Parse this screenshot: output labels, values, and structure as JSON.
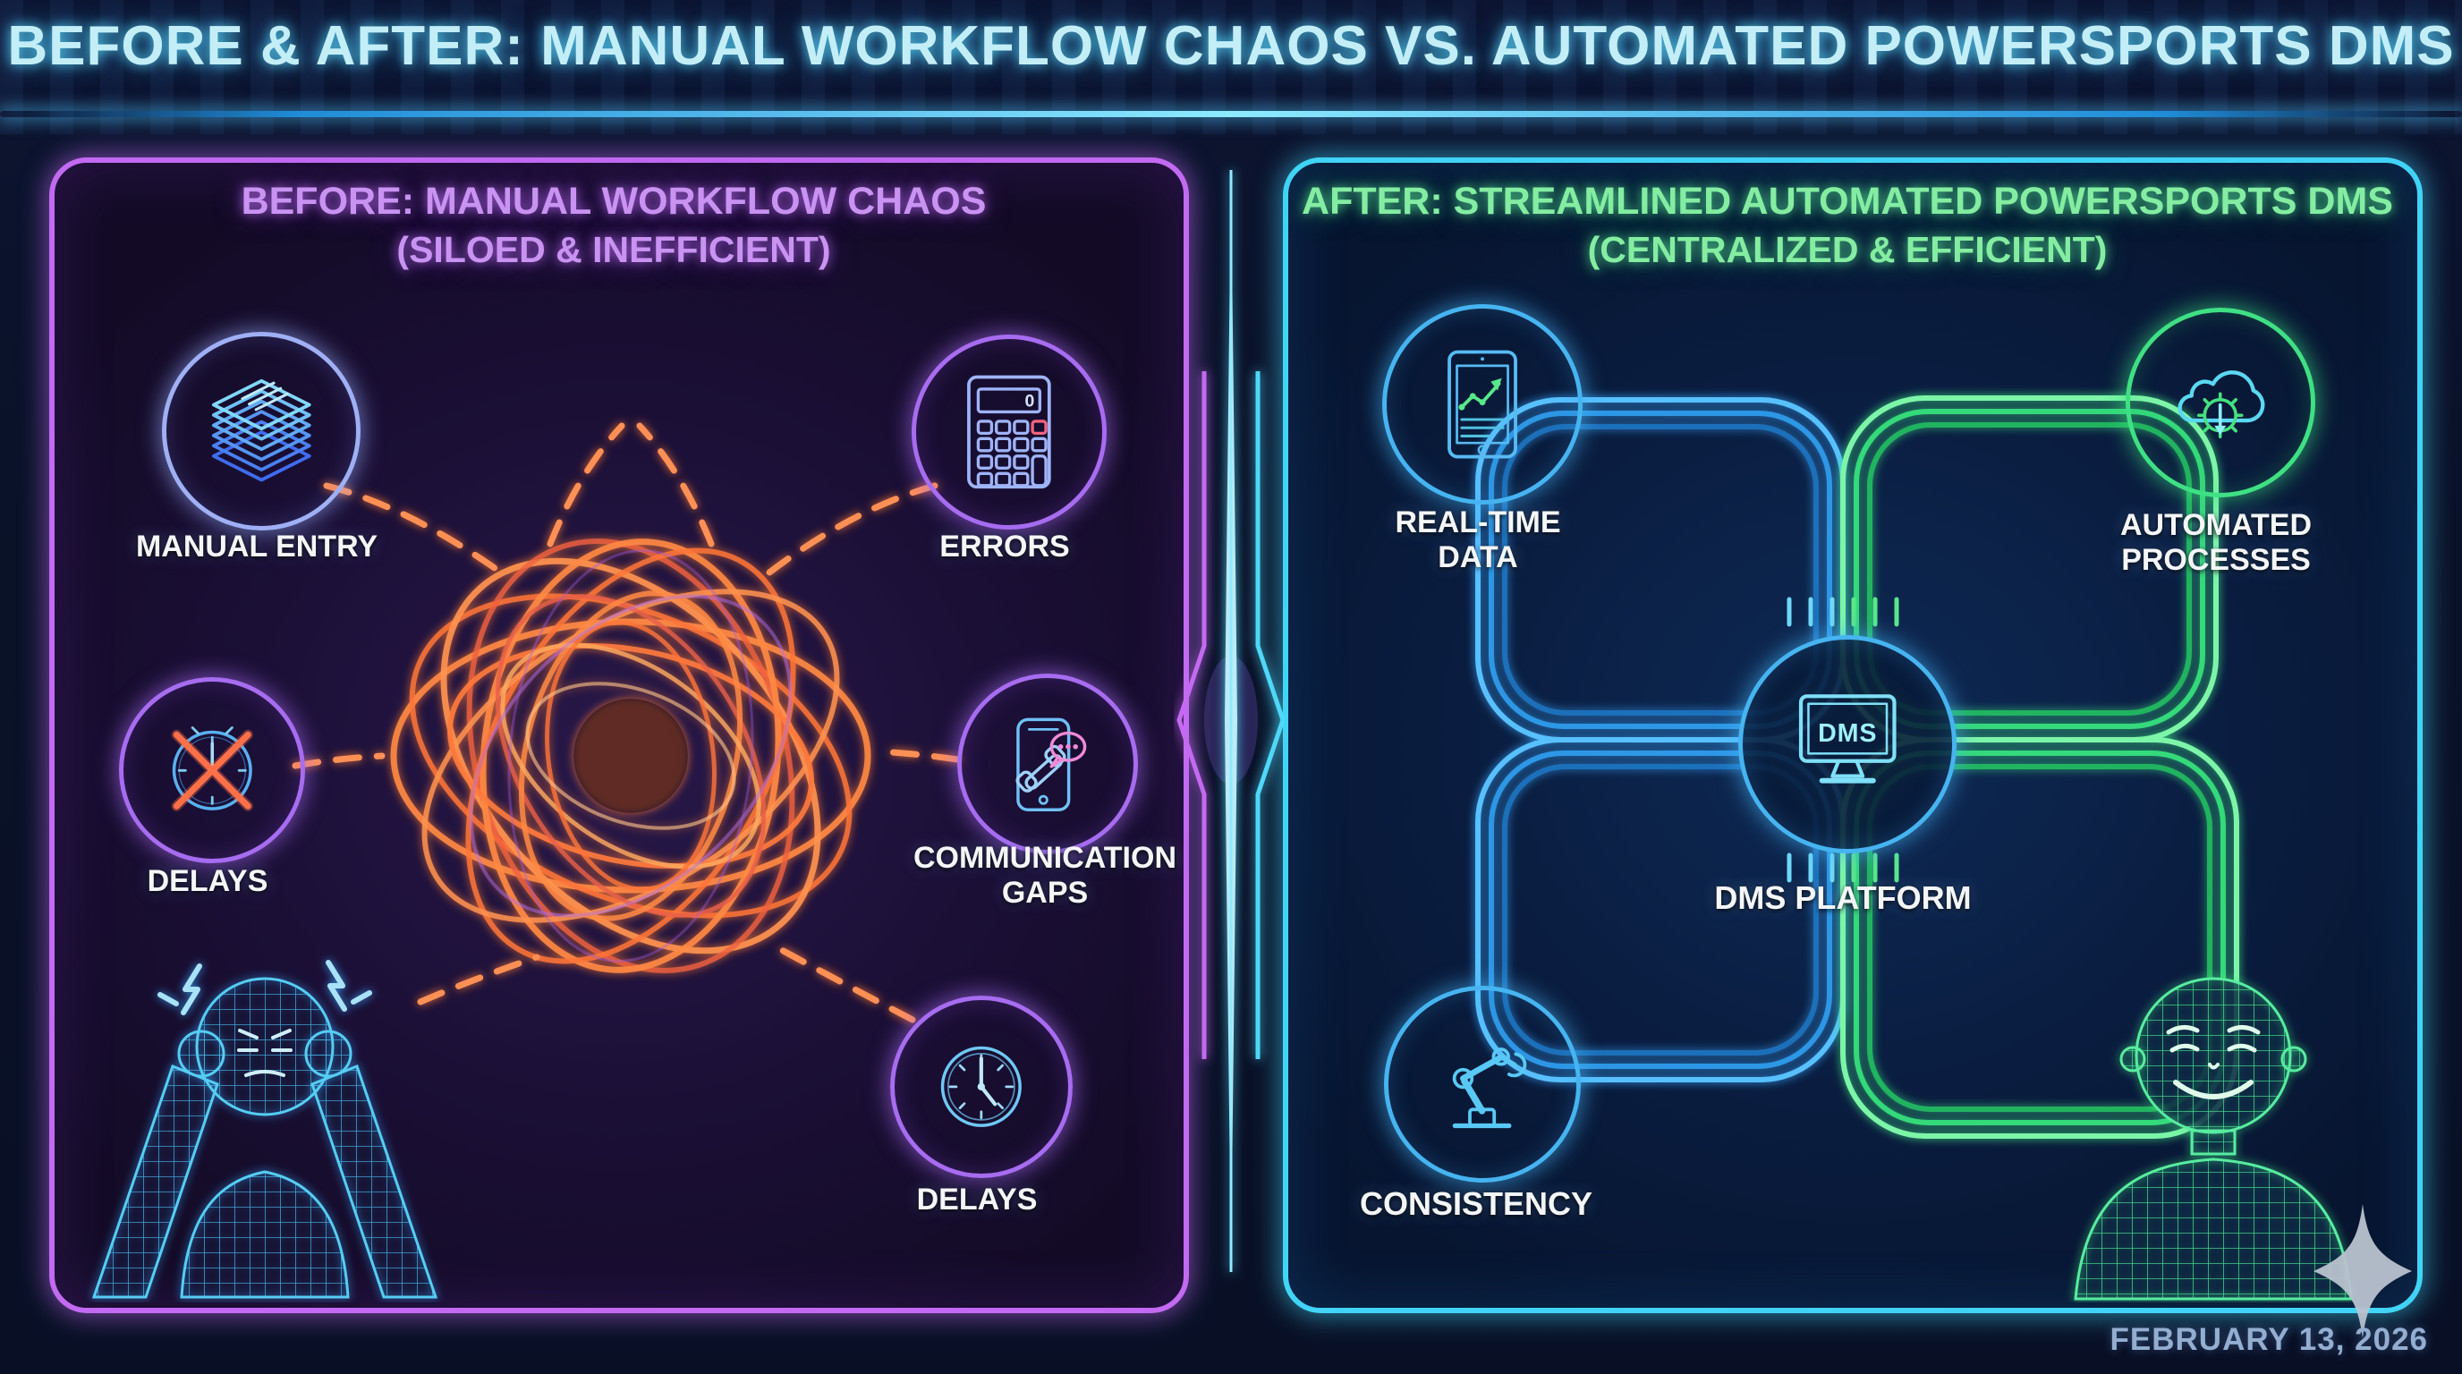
{
  "title": "BEFORE & AFTER: MANUAL WORKFLOW CHAOS VS. AUTOMATED POWERSPORTS DMS",
  "footer": {
    "date": "FEBRUARY 13, 2026"
  },
  "before": {
    "heading": "BEFORE: MANUAL WORKFLOW CHAOS",
    "subheading": "(SILOED & INEFFICIENT)",
    "nodes": {
      "manual_entry": {
        "label": "MANUAL ENTRY",
        "icon": "paper-stack-icon"
      },
      "errors": {
        "label": "ERRORS",
        "icon": "calculator-icon",
        "display_value": "0"
      },
      "delays_top": {
        "label": "DELAYS",
        "icon": "crossed-clock-icon"
      },
      "communication_gaps": {
        "label": "COMMUNICATION GAPS",
        "icon": "phone-chat-icon"
      },
      "delays_bottom": {
        "label": "DELAYS",
        "icon": "clock-icon"
      }
    },
    "figure": "stressed-person-wireframe"
  },
  "after": {
    "heading": "AFTER: STREAMLINED AUTOMATED POWERSPORTS DMS",
    "subheading": "(CENTRALIZED & EFFICIENT)",
    "nodes": {
      "real_time_data": {
        "label": "REAL-TIME DATA",
        "icon": "tablet-chart-icon"
      },
      "automated_processes": {
        "label": "AUTOMATED PROCESSES",
        "icon": "cloud-gear-icon"
      },
      "dms_platform": {
        "label": "DMS PLATFORM",
        "icon": "monitor-icon",
        "monitor_text": "DMS"
      },
      "consistency": {
        "label": "CONSISTENCY",
        "icon": "robot-arm-icon"
      }
    },
    "figure": "happy-person-wireframe"
  },
  "colors": {
    "background": "#0a1228",
    "title": "#c3eef8",
    "before_border": "#c26af2",
    "before_heading": "#c993f2",
    "after_border": "#41d4f6",
    "after_heading": "#84eda2",
    "chaos_line": "#ff8040",
    "pipe_blue": "#2f9ff0",
    "pipe_green": "#37e57e",
    "label": "#f4f6f8",
    "date": "#93aed0",
    "sparkle": "#b9c2cf"
  }
}
